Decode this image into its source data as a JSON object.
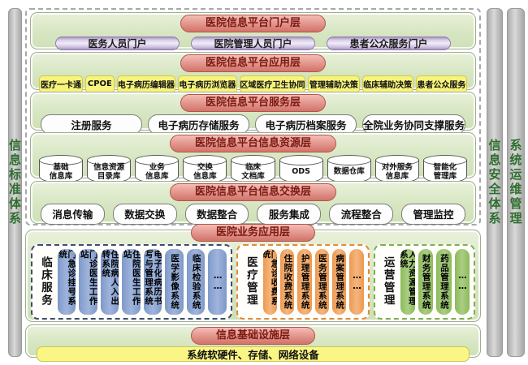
{
  "colors": {
    "layer_header_fill": "#e59a91",
    "layer_header_text": "#7b1a12",
    "layer_background": "#d7e6c2",
    "portal_pill": "#d9cde8",
    "application_box": "#f7f37c",
    "clinical_pill": "#8ba6d6",
    "medical_pill": "#f0a25f",
    "operations_pill": "#9ac46c",
    "sidebar_text": "#2d6e2d",
    "infrastructure_bar": "#f9f685"
  },
  "side_bars": {
    "left": "信息标准体系",
    "right_inner": "信息安全体系",
    "right_outer": "系统运维管理"
  },
  "portal_layer": {
    "title": "医院信息平台门户层",
    "items": [
      "医务人员门户",
      "医院管理人员门户",
      "患者公众服务门户"
    ]
  },
  "application_layer": {
    "title": "医院信息平台应用层",
    "items": [
      "医疗一卡通",
      "CPOE",
      "电子病历编辑器",
      "电子病历浏览器",
      "区域医疗卫生协同",
      "管理辅助决策",
      "临床辅助决策",
      "患者公众服务"
    ]
  },
  "service_layer": {
    "title": "医院信息平台服务层",
    "items": [
      "注册服务",
      "电子病历存储服务",
      "电子病历档案服务",
      "全院业务协同支撑服务"
    ]
  },
  "resource_layer": {
    "title": "医院信息平台信息资源层",
    "items": [
      "基础\n信息库",
      "信息资源\n目录库",
      "业务\n信息库",
      "交换\n信息库",
      "临床\n文档库",
      "ODS",
      "数据仓库",
      "对外服务\n信息库",
      "智能化\n管理库"
    ]
  },
  "exchange_layer": {
    "title": "医院信息平台信息交换层",
    "items": [
      "消息传输",
      "数据交换",
      "数据整合",
      "服务集成",
      "流程整合",
      "管理监控"
    ]
  },
  "business_layer": {
    "title": "医院业务应用层",
    "groups": [
      {
        "label": "临床服务",
        "items": [
          "门急诊挂号系统",
          "门诊医生工作站",
          "住院病人入出转系统",
          "住院医生工作站",
          "电子化病历书写与管理系统",
          "医学影像系统",
          "临床检验系统",
          "……"
        ]
      },
      {
        "label": "医疗管理",
        "items": [
          "门急诊收费系统",
          "住院收费系统",
          "护理管理系统",
          "医务管理系统",
          "病案管理系统",
          "……"
        ]
      },
      {
        "label": "运营管理",
        "items": [
          "人力资源管理系统",
          "财务管理系统",
          "药品管理系统",
          "……"
        ]
      }
    ]
  },
  "infrastructure_layer": {
    "title": "信息基础设施层",
    "item": "系统软硬件、存储、网络设备"
  }
}
